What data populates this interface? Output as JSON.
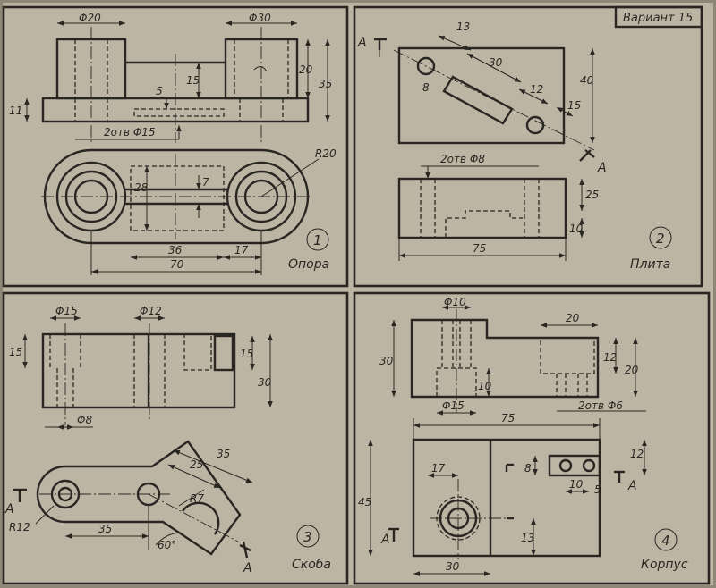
{
  "header": {
    "variant": "Вариант 15"
  },
  "panels": [
    {
      "number": "1",
      "title": "Опора",
      "dims": {
        "d20": "Φ20",
        "d30": "Φ30",
        "h20": "20",
        "h35": "35",
        "h15": "15",
        "h5": "5",
        "h11": "11",
        "holes": "2отв Φ15",
        "r20": "R20",
        "h28": "28",
        "h7": "7",
        "w36": "36",
        "w17": "17",
        "w70": "70"
      }
    },
    {
      "number": "2",
      "title": "Плита",
      "dims": {
        "a13": "13",
        "a30": "30",
        "a8": "8",
        "a12": "12",
        "a15": "15",
        "h40": "40",
        "holes": "2отв Φ8",
        "h25": "25",
        "h10": "10",
        "w75": "75",
        "sec1": "A",
        "sec2": "A"
      }
    },
    {
      "number": "3",
      "title": "Скоба",
      "dims": {
        "d15": "Φ15",
        "d12": "Φ12",
        "h15a": "15",
        "h15b": "15",
        "h30": "30",
        "d8": "Φ8",
        "w25": "25",
        "w35a": "35",
        "r7": "R7",
        "r12": "R12",
        "w35b": "35",
        "ang": "60°",
        "sec1": "A",
        "sec2": "A"
      }
    },
    {
      "number": "4",
      "title": "Корпус",
      "dims": {
        "d10": "Φ10",
        "w20": "20",
        "h30": "30",
        "h10": "10",
        "h12a": "12",
        "h20": "20",
        "d15": "Φ15",
        "holes": "2отв Φ6",
        "w75": "75",
        "h12b": "12",
        "w17": "17",
        "h8": "8",
        "h45": "45",
        "w10": "10",
        "w5": "5",
        "h13": "13",
        "w30": "30",
        "sec1": "A",
        "sec2": "A"
      }
    }
  ]
}
